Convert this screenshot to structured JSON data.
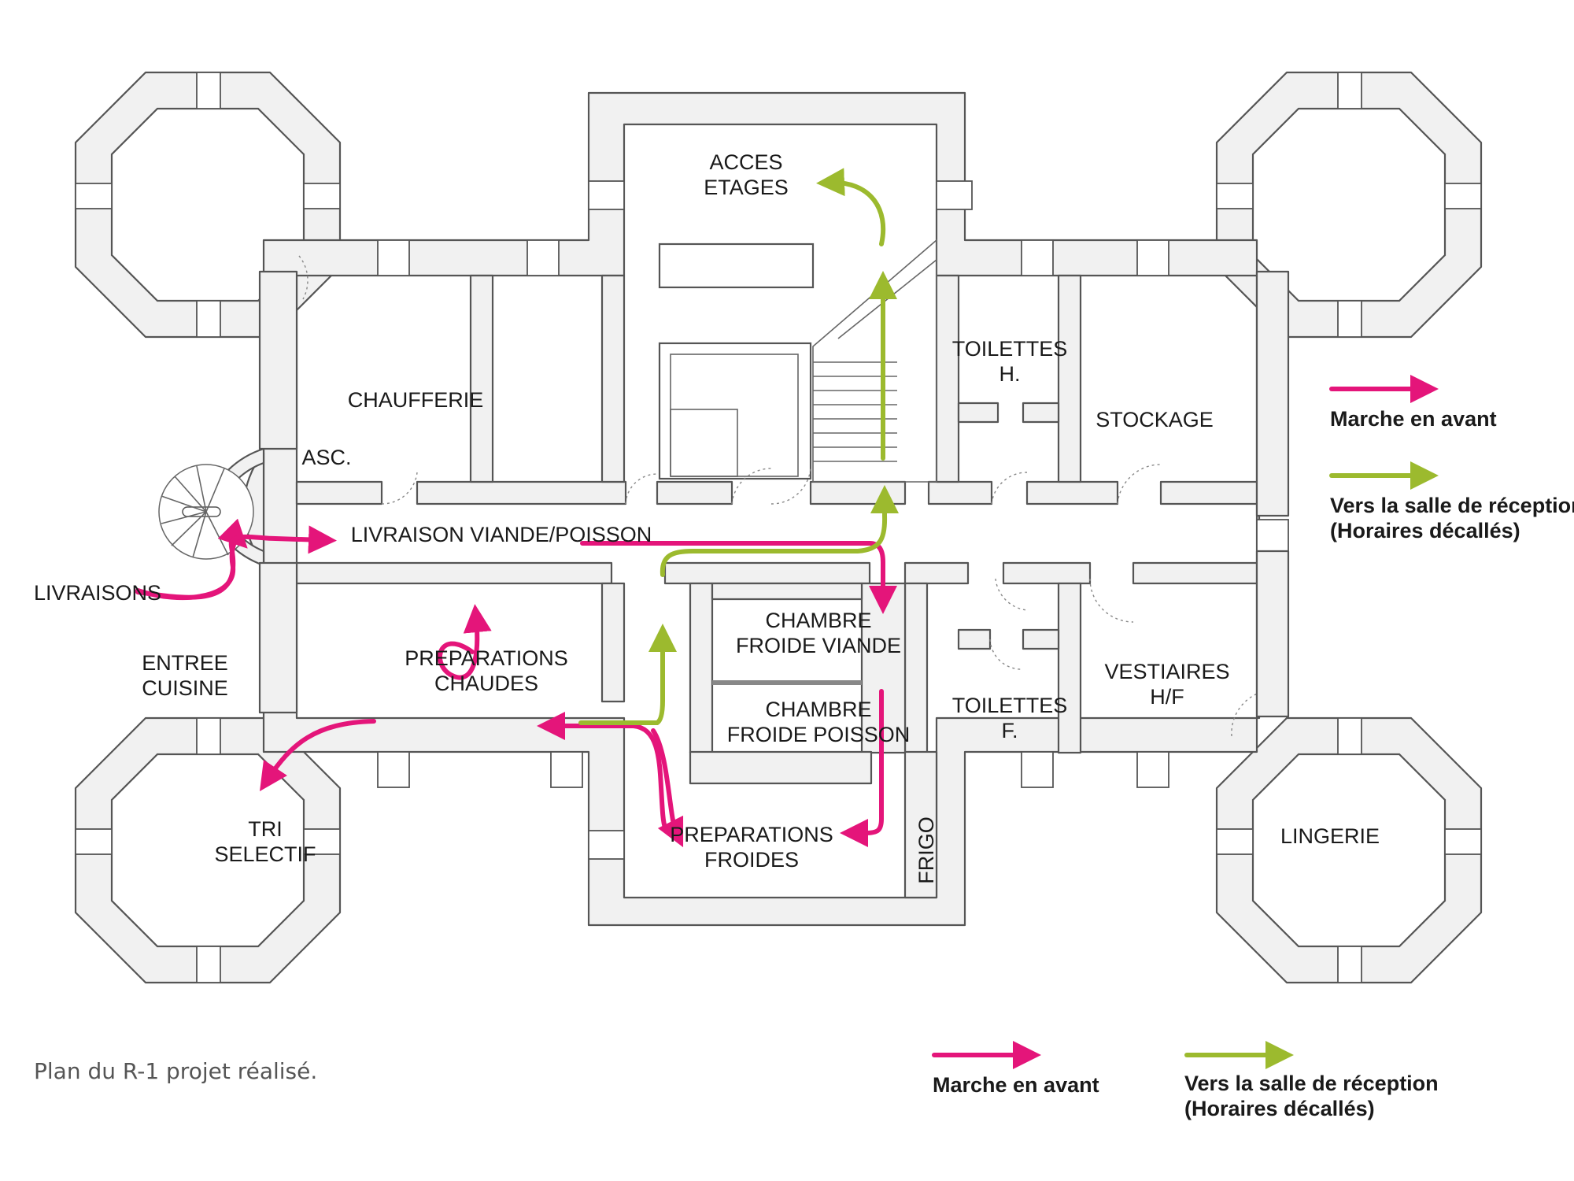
{
  "colors": {
    "marche": "#e4157a",
    "reception": "#9cba2e",
    "wall": "#f1f1f1",
    "wall_line": "#555555",
    "caption": "#555555"
  },
  "rooms": {
    "acces": [
      "ACCES",
      "ETAGES"
    ],
    "chaufferie": "CHAUFFERIE",
    "asc": "ASC.",
    "toilettes_h": [
      "TOILETTES",
      "H."
    ],
    "stockage": "STOCKAGE",
    "livraison": "LIVRAISON VIANDE/POISSON",
    "livraisons": "LIVRAISONS",
    "entree": [
      "ENTREE",
      "CUISINE"
    ],
    "prep_chaudes": [
      "PREPARATIONS",
      "CHAUDES"
    ],
    "ch_viande": [
      "CHAMBRE",
      "FROIDE VIANDE"
    ],
    "ch_poisson": [
      "CHAMBRE",
      "FROIDE POISSON"
    ],
    "toilettes_f": [
      "TOILETTES",
      "F."
    ],
    "vestiaires": [
      "VESTIAIRES",
      "H/F"
    ],
    "tri": [
      "TRI",
      "SELECTIF"
    ],
    "prep_froides": [
      "PREPARATIONS",
      "FROIDES"
    ],
    "frigo": "FRIGO",
    "lingerie": "LINGERIE"
  },
  "legend": {
    "marche": "Marche en avant",
    "reception": [
      "Vers la salle de réception",
      "(Horaires décallés)"
    ]
  },
  "caption": "Plan du R-1 projet réalisé."
}
